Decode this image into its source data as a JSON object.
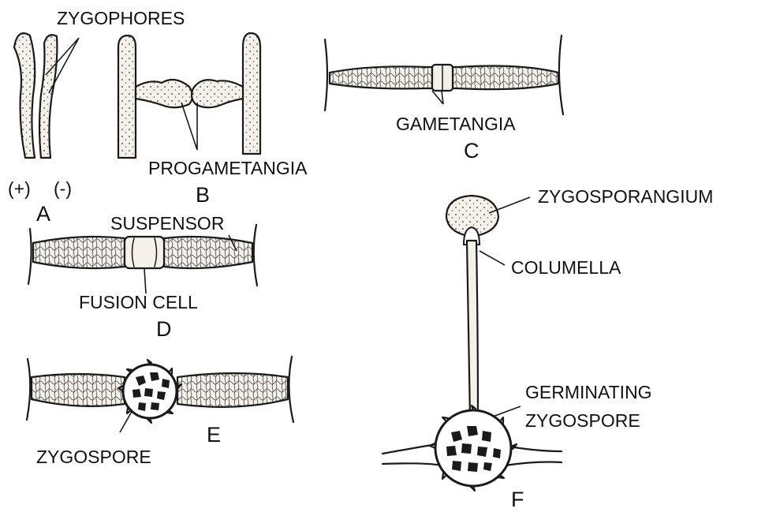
{
  "labels": {
    "zygophores": "ZYGOPHORES",
    "plus": "(+)",
    "minus": "(-)",
    "panel_a": "A",
    "progametangia": "PROGAMETANGIA",
    "panel_b": "B",
    "gametangia": "GAMETANGIA",
    "panel_c": "C",
    "suspensor": "SUSPENSOR",
    "fusion_cell": "FUSION CELL",
    "panel_d": "D",
    "zygospore": "ZYGOSPORE",
    "panel_e": "E",
    "zygosporangium": "ZYGOSPORANGIUM",
    "columella": "COLUMELLA",
    "germinating_zygospore_line1": "GERMINATING",
    "germinating_zygospore_line2": "ZYGOSPORE",
    "panel_f": "F"
  },
  "colors": {
    "ink": "#1a1a1a",
    "cytoplasm": "#f4f1ea",
    "background": "#ffffff"
  }
}
